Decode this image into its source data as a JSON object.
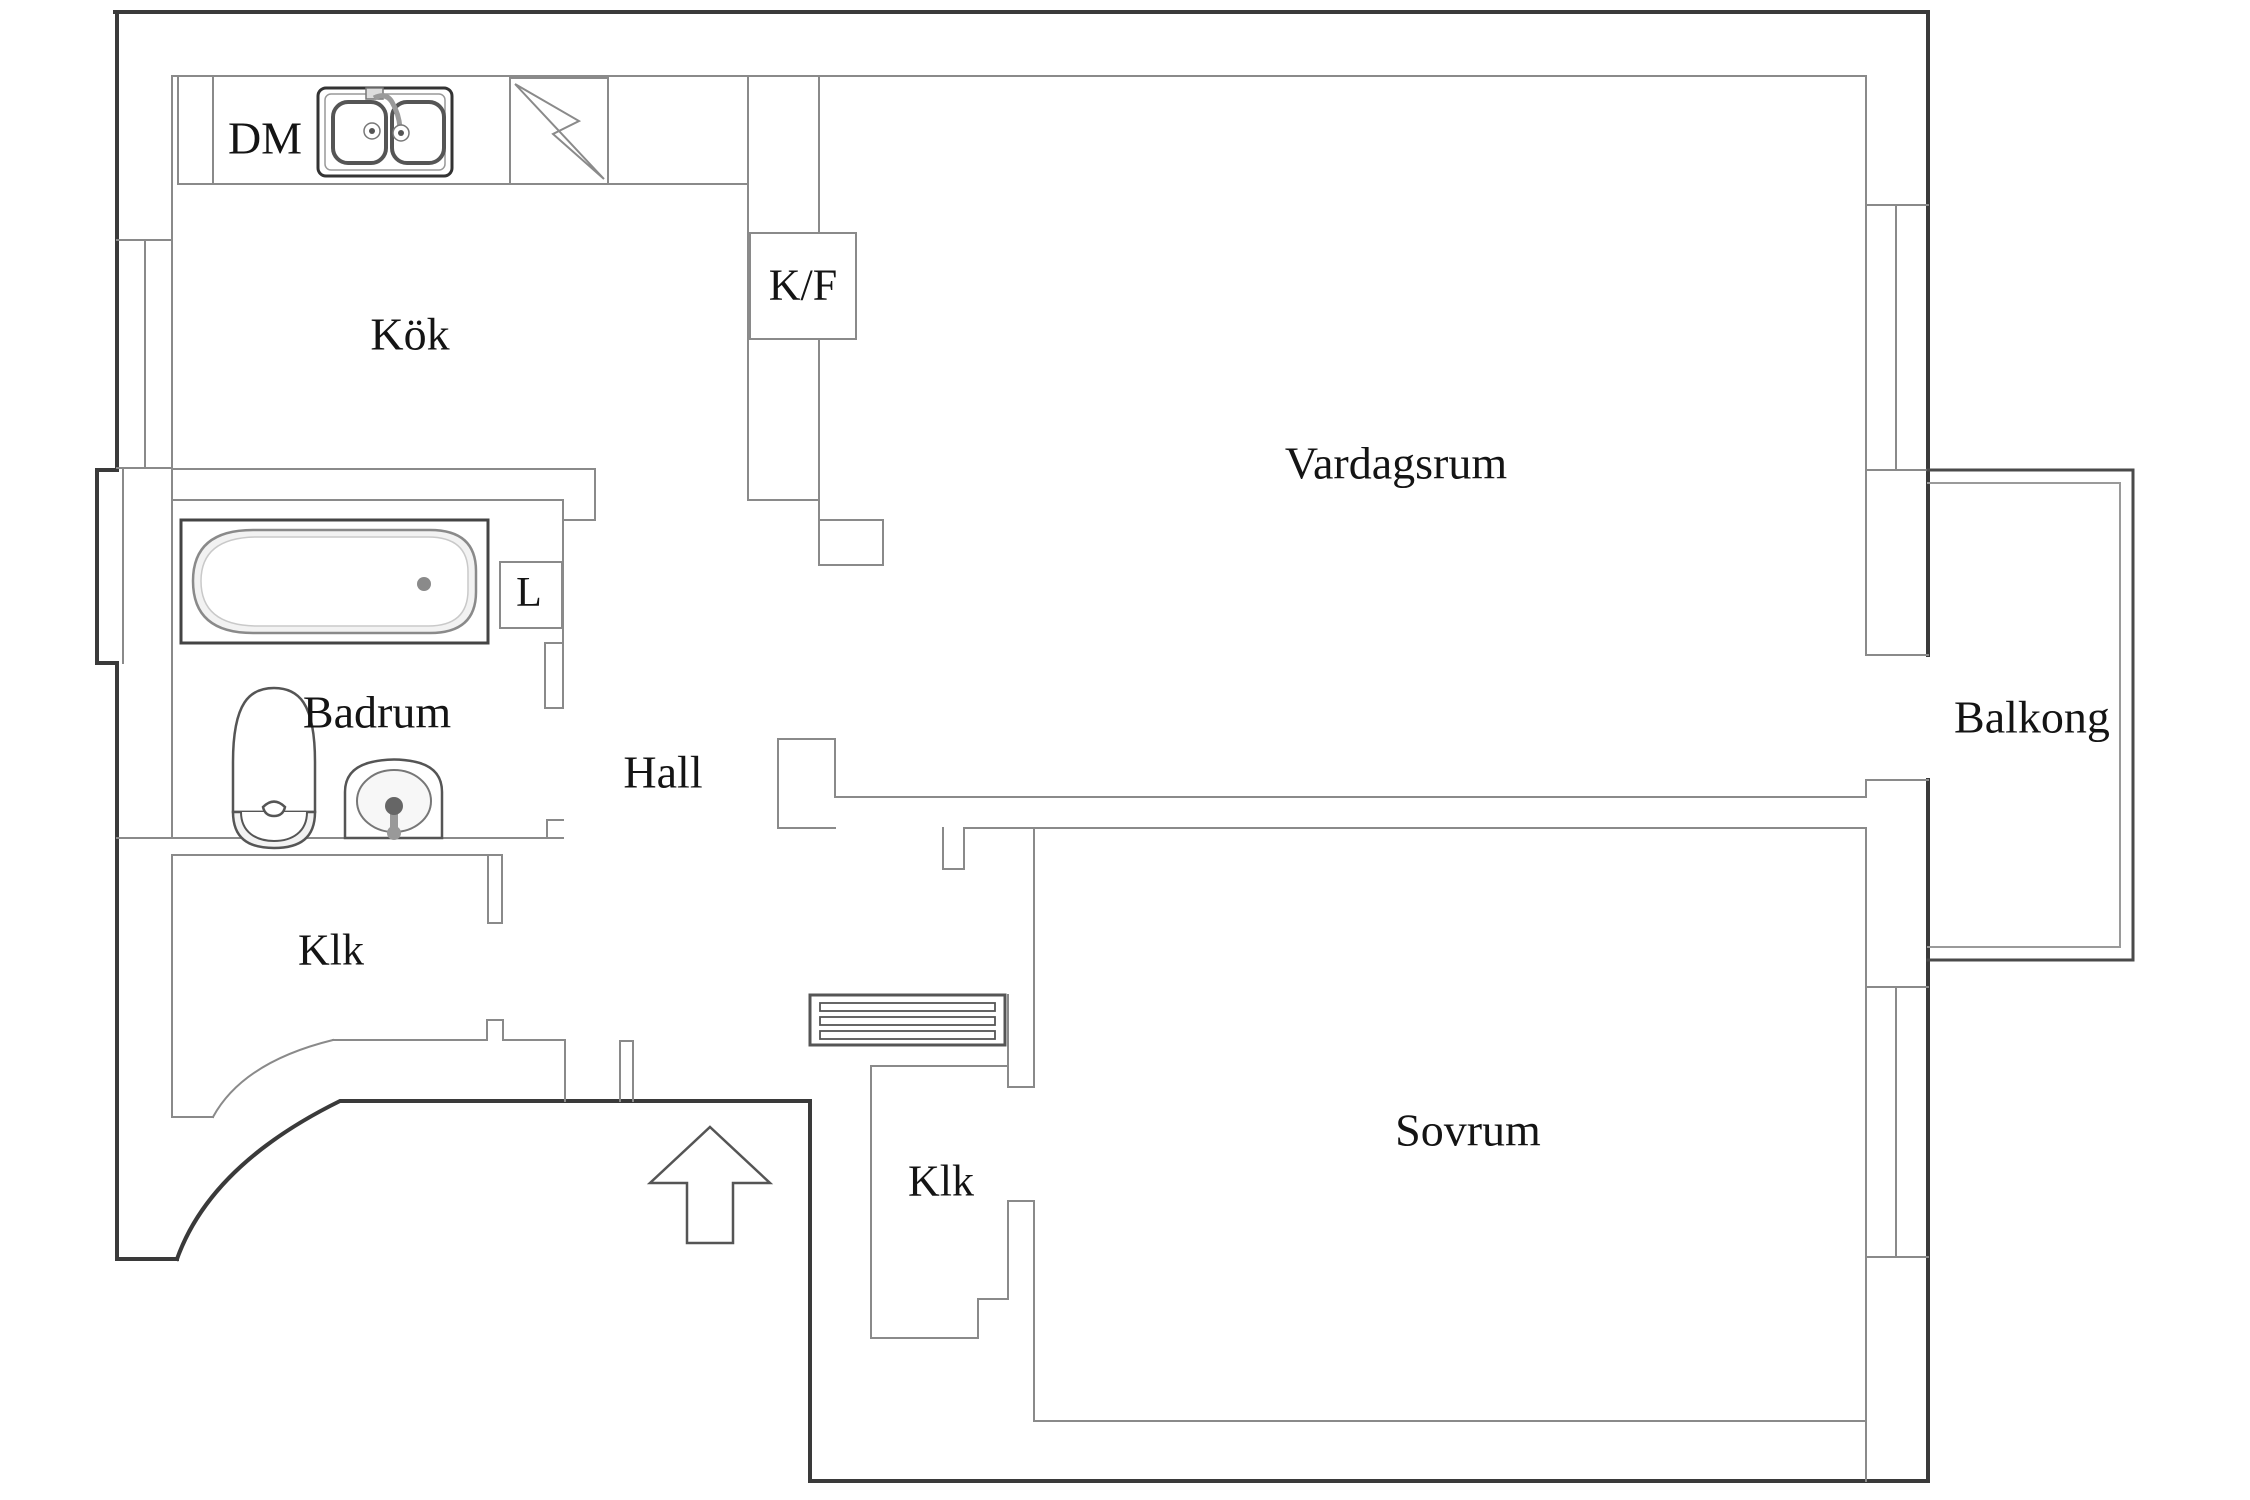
{
  "floorplan": {
    "rooms": {
      "kok": {
        "label": "Kök"
      },
      "vardagsrum": {
        "label": "Vardagsrum"
      },
      "badrum": {
        "label": "Badrum"
      },
      "hall": {
        "label": "Hall"
      },
      "klk_upper": {
        "label": "Klk"
      },
      "klk_lower": {
        "label": "Klk"
      },
      "sovrum": {
        "label": "Sovrum"
      },
      "balkong": {
        "label": "Balkong"
      }
    },
    "appliances": {
      "dishwasher": {
        "label": "DM"
      },
      "fridge_freezer": {
        "label": "K/F"
      },
      "linen_cabinet": {
        "label": "L"
      }
    },
    "icons": [
      "kitchen-sink-icon",
      "stove-icon",
      "bathtub-icon",
      "toilet-icon",
      "washbasin-icon",
      "radiator-grille-icon",
      "entrance-arrow-icon"
    ],
    "colors": {
      "background": "#ffffff",
      "wall_outer": "#3a3a3a",
      "wall_inner": "#8a8a8a",
      "fixture_line": "#666666",
      "fixture_fill": "#f2f2f2",
      "text": "#141414"
    }
  }
}
